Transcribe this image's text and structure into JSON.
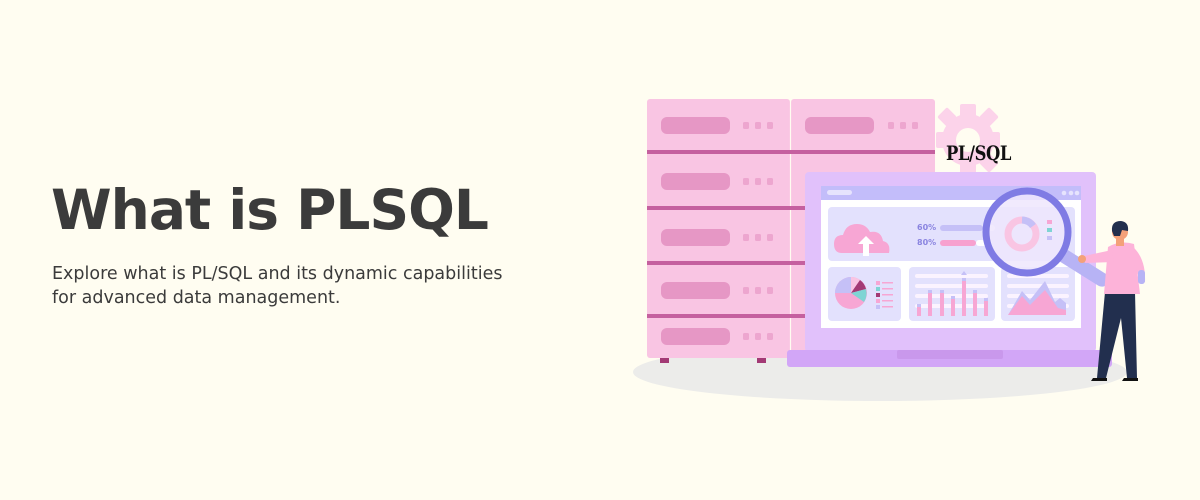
{
  "hero": {
    "title": "What is PLSQL",
    "subtitle_lines": [
      "Explore what is PL/SQL and its dynamic capabilities",
      "for advanced data management."
    ]
  },
  "illustration": {
    "badge_label": "PL/SQL",
    "dashboard": {
      "progress": [
        {
          "label": "60%",
          "value": 60,
          "color": "#c5c0f7"
        },
        {
          "label": "80%",
          "value": 80,
          "color": "#f7a1cf"
        }
      ]
    },
    "icons": [
      "server-rack-icon",
      "gear-icon",
      "laptop-icon",
      "cloud-upload-icon",
      "pie-chart-icon",
      "bar-chart-icon",
      "area-chart-icon",
      "magnifying-glass-icon",
      "person-figure"
    ]
  },
  "colors": {
    "background": "#fffdf1",
    "text": "#3b3b3b",
    "server_pink": "#f9c5e3",
    "server_divider": "#c5609f",
    "laptop_purple": "#e1c1fb",
    "laptop_base": "#d2a6f7",
    "magnifier": "#7f7be4"
  }
}
